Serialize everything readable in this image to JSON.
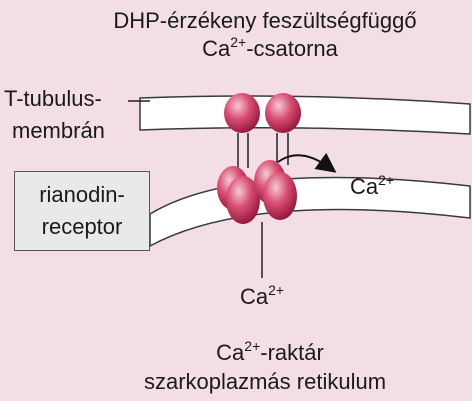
{
  "title": {
    "line1": "DHP-érzékeny feszültségfüggő",
    "line2_base": "Ca",
    "line2_sup": "2+",
    "line2_rest": "-csatorna"
  },
  "t_tubulus": {
    "line1": "T-tubulus-",
    "line2": "membrán"
  },
  "ryanodine_box": {
    "line1": "rianodin-",
    "line2": "receptor"
  },
  "ca_released": {
    "base": "Ca",
    "sup": "2+"
  },
  "ca_store_ion": {
    "base": "Ca",
    "sup": "2+"
  },
  "store": {
    "line1_base": "Ca",
    "line1_sup": "2+",
    "line1_rest": "-raktár",
    "line2": "szarkoplazmás retikulum"
  },
  "colors": {
    "background": "#f3dde6",
    "membrane_fill": "#ffffff",
    "membrane_stroke": "#3a3a3a",
    "protein_dark": "#b0143e",
    "protein_light": "#f0b4c4",
    "box_fill": "#e9e9e9"
  }
}
